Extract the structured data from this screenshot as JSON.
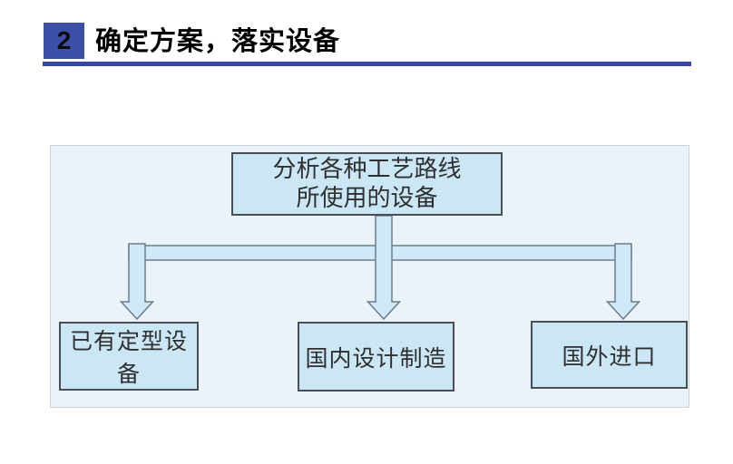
{
  "header": {
    "number": "2",
    "title": "确定方案，落实设备"
  },
  "diagram": {
    "root": {
      "label_line1": "分析各种工艺路线",
      "label_line2": "所使用的设备"
    },
    "children": [
      {
        "label": "已有定型设备"
      },
      {
        "label": "国内设计制造"
      },
      {
        "label": "国外进口"
      }
    ]
  },
  "colors": {
    "header_accent": "#3d4fa7",
    "header_divider": "#3646a4",
    "panel_bg": "#e9f3f9",
    "node_fill": "#cbe7f6",
    "node_border": "#4a4f55",
    "arrow_fill": "#cfe9f8",
    "arrow_border": "#6d7d88",
    "text": "#2f2f2f"
  }
}
